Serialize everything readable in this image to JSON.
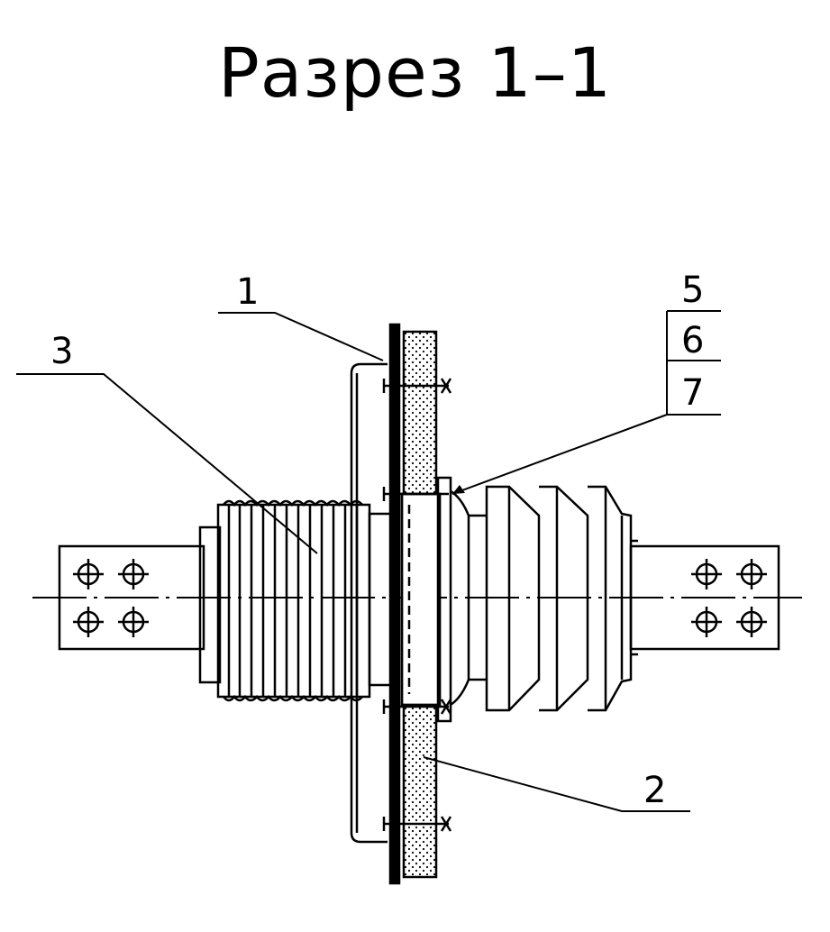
{
  "title": "Разрез 1–1",
  "callouts": [
    "1",
    "2",
    "3",
    "5",
    "6",
    "7"
  ]
}
